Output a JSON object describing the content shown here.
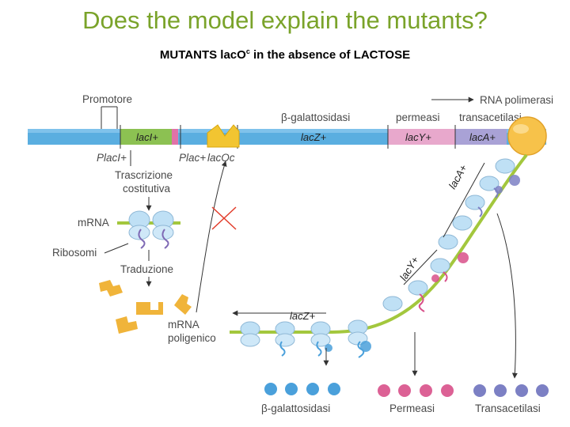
{
  "title": "Does the model explain the mutants?",
  "subtitle": {
    "before": "MUTANTS lac",
    "main": "O",
    "sup": "c",
    "after": " in the absence of LACTOSE"
  },
  "labels": {
    "promotore": "Promotore",
    "galattosidasi": "β-galattosidasi",
    "permeasi": "permeasi",
    "rna_polimerasi": "RNA polimerasi",
    "transacetilasi": "transacetilasi",
    "laci_gene": "lacI+",
    "lacz_gene": "lacZ+",
    "lacy_gene": "lacY+",
    "laca_gene": "lacA+",
    "placi": "PlacI+",
    "plac": "Plac+",
    "operator": "lacOc",
    "trascrizione": "Trascrizione",
    "costitutiva": "costitutiva",
    "mrna": "mRNA",
    "ribosomi": "Ribosomi",
    "traduzione": "Traduzione",
    "mrna_poli_1": "mRNA",
    "mrna_poli_2": "poligenico",
    "laca_mrna": "lacA+",
    "lacy_mrna": "lacY+",
    "lacz_mrna": "lacZ+",
    "product_gal": "β-galattosidasi",
    "product_perm": "Permeasi",
    "product_trans": "Transacetilasi"
  },
  "colors": {
    "title": "#7aa32a",
    "dna_blue": "#5aaee0",
    "laci_green": "#8cc152",
    "lacy_pink": "#e8a8cc",
    "laca_purple": "#a9a2d6",
    "operator_yellow": "#f2c531",
    "repressor_orange": "#f0b43a",
    "mrna_green": "#a3c73d",
    "ribosome_blue": "#bfe0f5",
    "polymerase_orange": "#f7c24a",
    "blocked_red": "#e23c2a",
    "gal_blue": "#4aa0db",
    "perm_pink": "#d8508a",
    "trans_purple": "#7c80c4"
  }
}
